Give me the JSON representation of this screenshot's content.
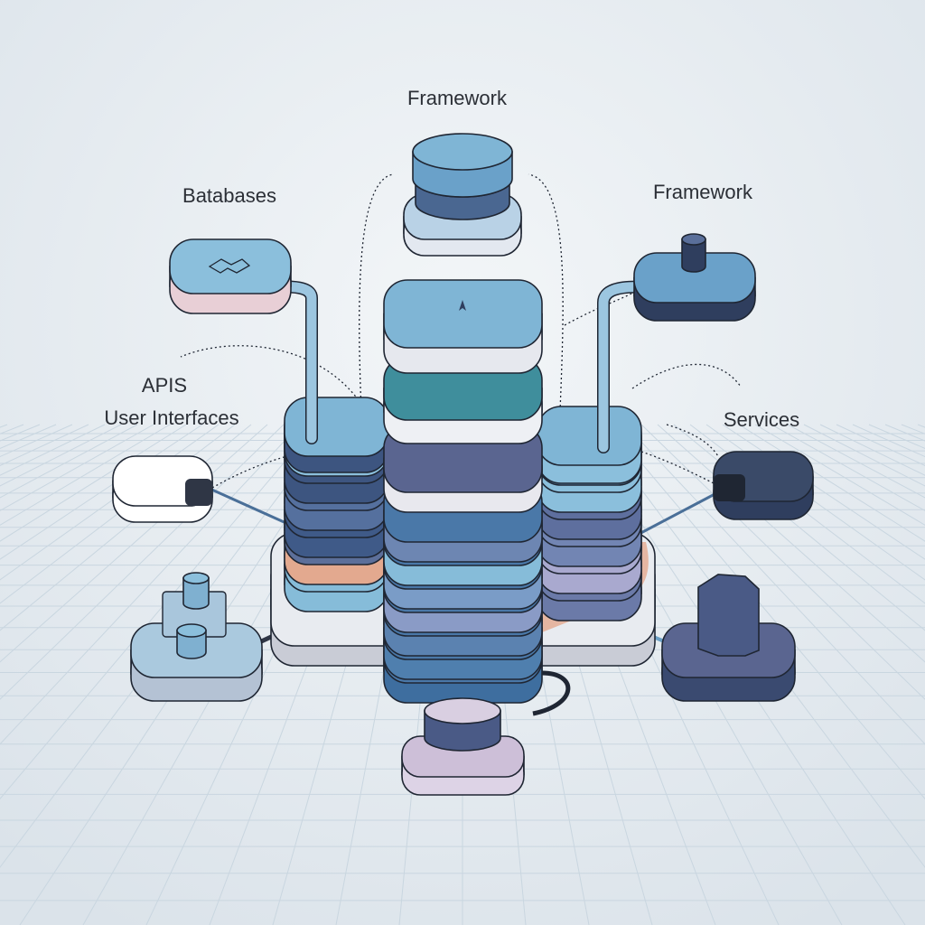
{
  "labels": {
    "framework_top": "Framework",
    "databases": "Batabases",
    "framework_right": "Framework",
    "apis": "APIS",
    "user_interfaces": "User Interfaces",
    "services": "Services"
  },
  "colors": {
    "background": "#e9eef2",
    "grid": "#c9d6e0",
    "outline": "#1f2633",
    "light_blue": "#86bcd9",
    "mid_blue": "#4f7fae",
    "navy": "#2f3e5e",
    "slate": "#5b6590",
    "teal": "#3f8e9c",
    "peach": "#e3a98f",
    "lavender": "#a9a9cf"
  }
}
